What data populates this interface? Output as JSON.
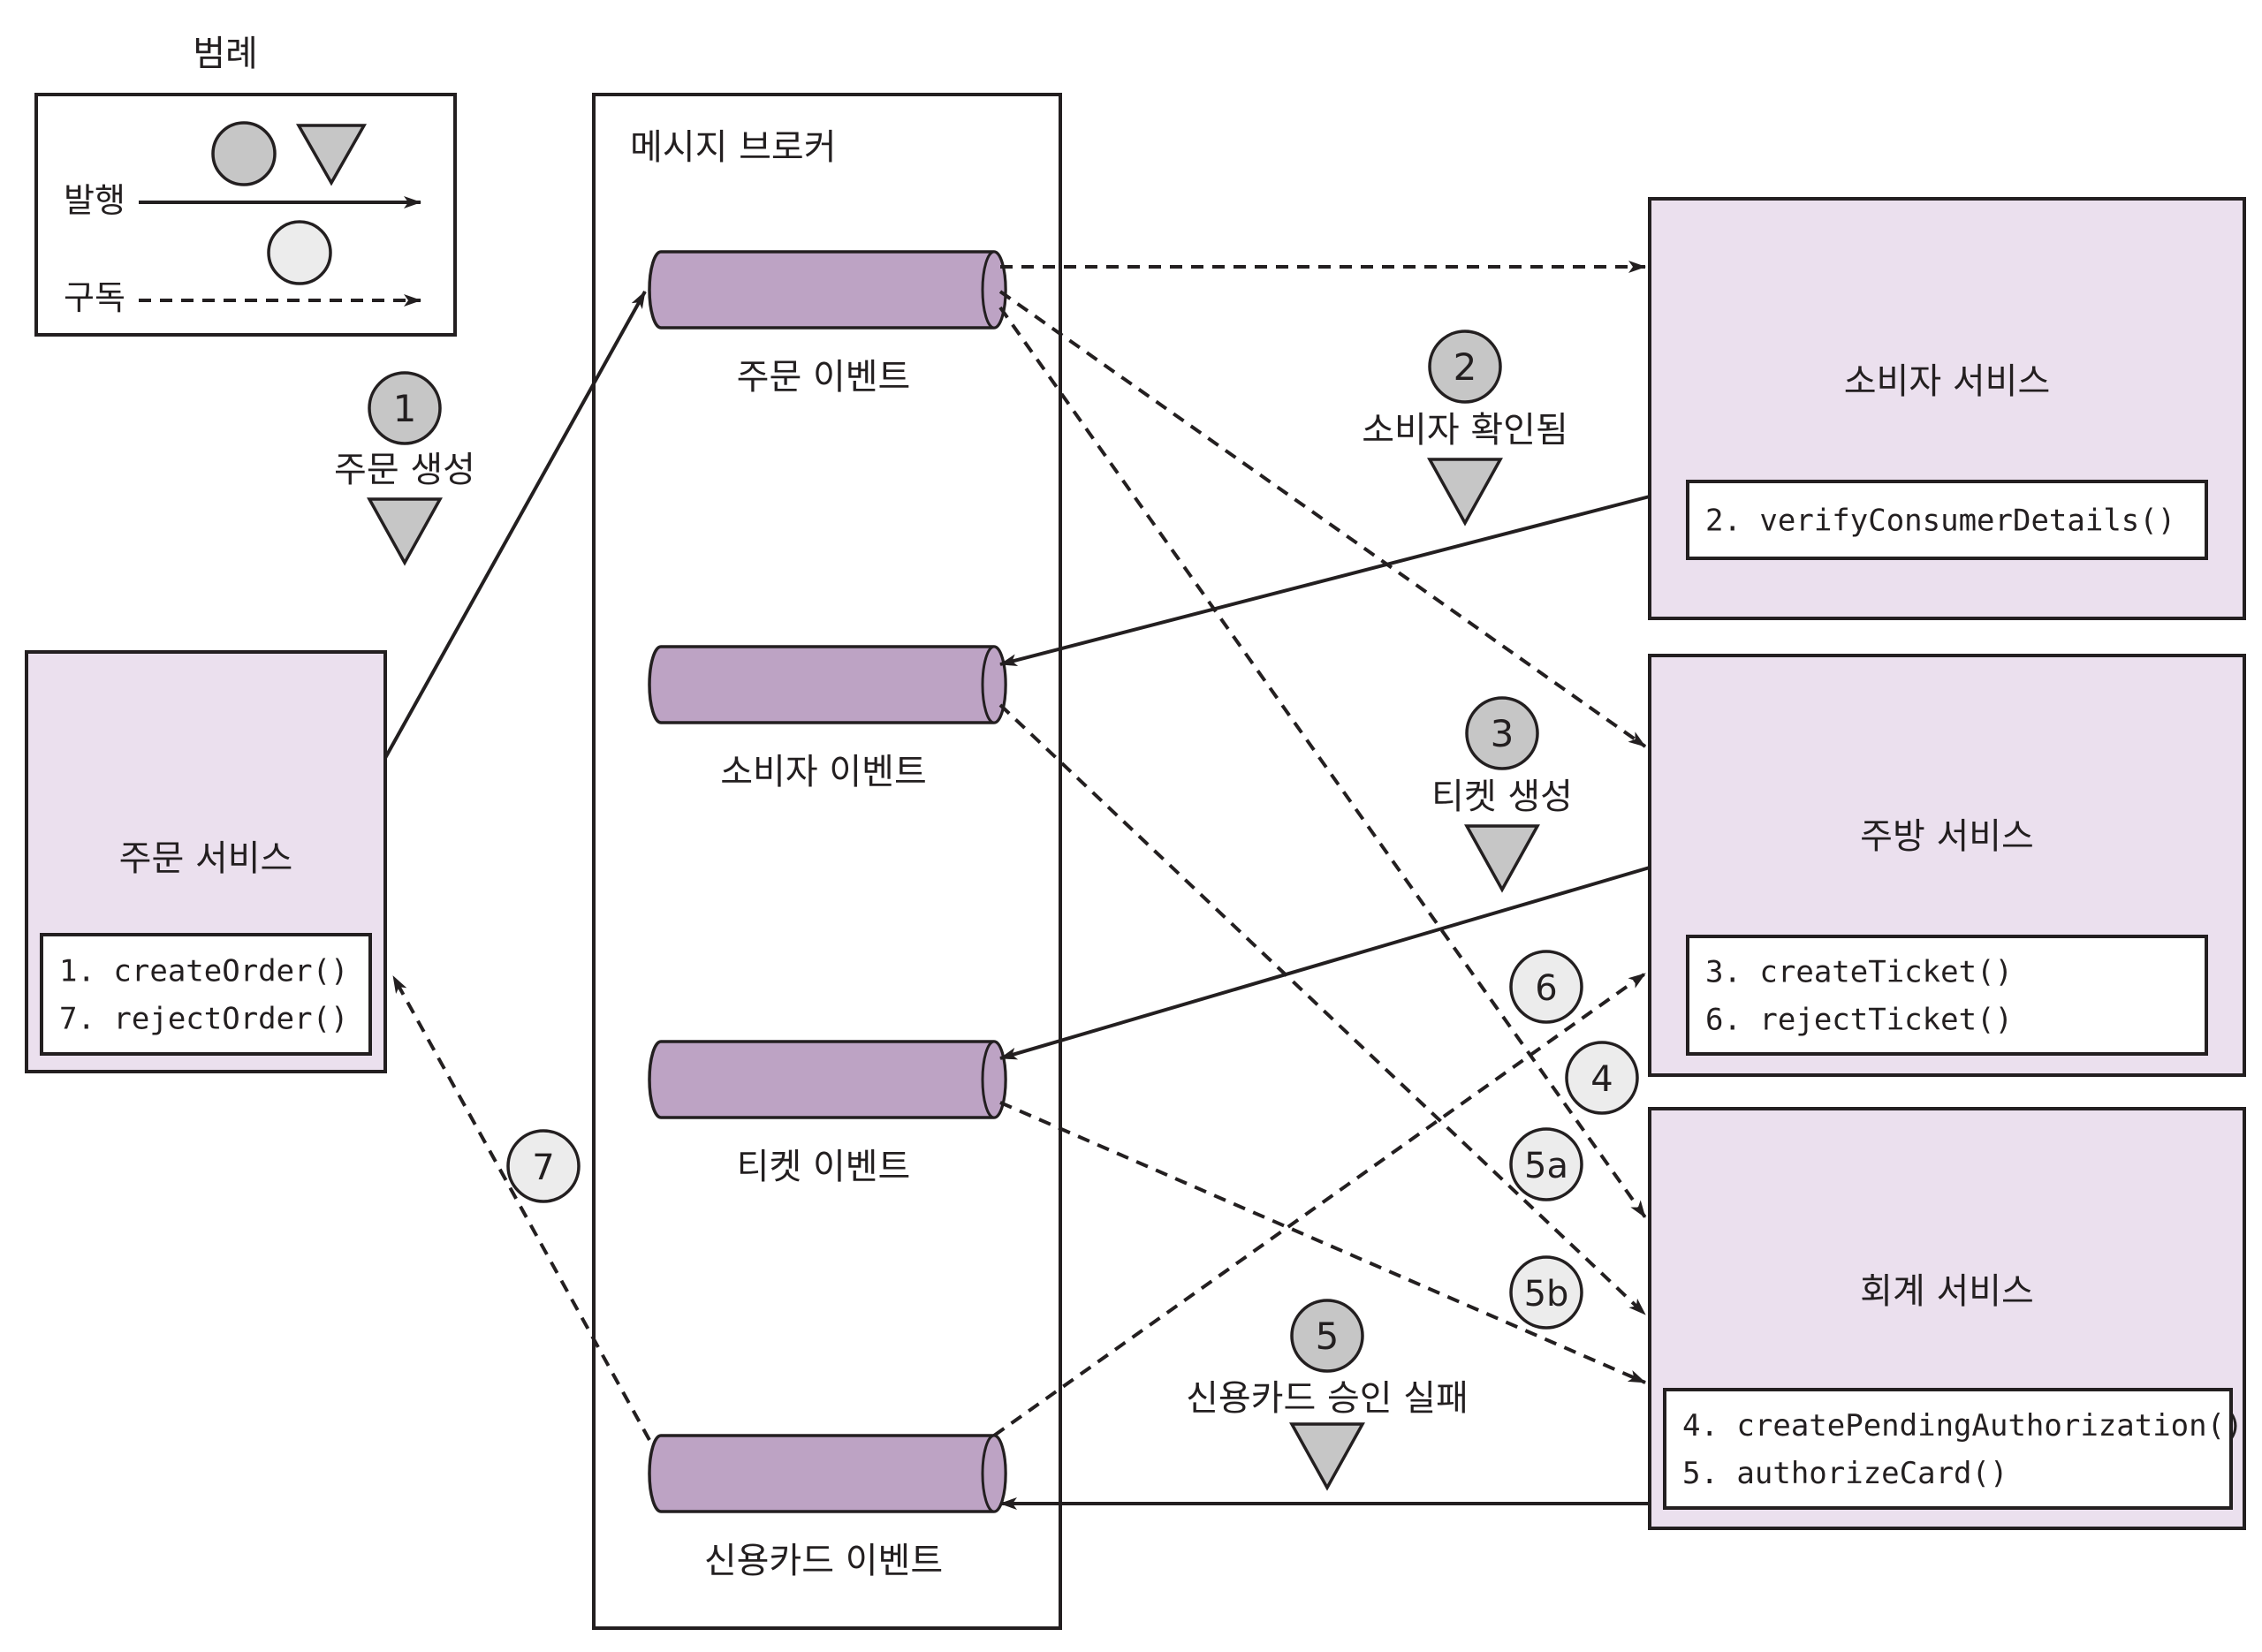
{
  "legend": {
    "title": "범례",
    "publish_label": "발행",
    "subscribe_label": "구독"
  },
  "broker": {
    "title": "메시지 브로커",
    "channels": [
      {
        "id": "order",
        "label": "주문 이벤트"
      },
      {
        "id": "consumer",
        "label": "소비자 이벤트"
      },
      {
        "id": "ticket",
        "label": "티켓 이벤트"
      },
      {
        "id": "card",
        "label": "신용카드 이벤트"
      }
    ]
  },
  "services": {
    "order": {
      "name": "주문 서비스",
      "methods": [
        "1. createOrder()",
        "7. rejectOrder()"
      ]
    },
    "consumer": {
      "name": "소비자 서비스",
      "methods": [
        "2. verifyConsumerDetails()"
      ]
    },
    "kitchen": {
      "name": "주방 서비스",
      "methods": [
        "3. createTicket()",
        "6. rejectTicket()"
      ]
    },
    "accounting": {
      "name": "회계 서비스",
      "methods": [
        "4. createPendingAuthorization()",
        "5. authorizeCard()"
      ]
    }
  },
  "events": [
    {
      "step": "1",
      "label": "주문 생성",
      "kind": "publish"
    },
    {
      "step": "2",
      "label": "소비자 확인됨",
      "kind": "publish"
    },
    {
      "step": "3",
      "label": "티켓 생성",
      "kind": "publish"
    },
    {
      "step": "5",
      "label": "신용카드 승인 실패",
      "kind": "publish"
    }
  ],
  "subscriptions": [
    {
      "step": "4",
      "kind": "subscribe"
    },
    {
      "step": "5a",
      "kind": "subscribe"
    },
    {
      "step": "5b",
      "kind": "subscribe"
    },
    {
      "step": "6",
      "kind": "subscribe"
    },
    {
      "step": "7",
      "kind": "subscribe"
    }
  ],
  "colors": {
    "channel_fill": "#bda3c4",
    "service_fill": "#ebe0ee",
    "publish_marker": "#c6c6c6",
    "subscribe_marker": "#ececec",
    "stroke": "#231f20"
  }
}
